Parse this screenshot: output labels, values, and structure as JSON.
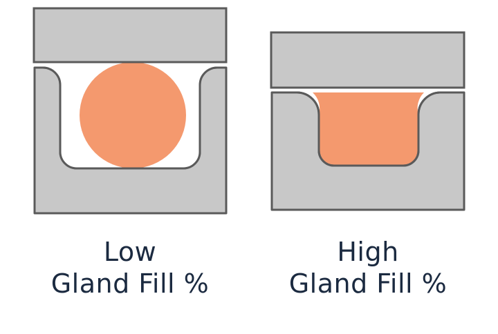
{
  "colors": {
    "housing_fill": "#c8c8c8",
    "outline": "#5a5a5a",
    "seal": "#f4996e",
    "gland_interior": "#ffffff",
    "caption_text": "#1b2a40"
  },
  "panels": [
    {
      "id": "low",
      "caption_line1": "Low",
      "caption_line2": "Gland Fill %"
    },
    {
      "id": "high",
      "caption_line1": "High",
      "caption_line2": "Gland Fill %"
    }
  ]
}
